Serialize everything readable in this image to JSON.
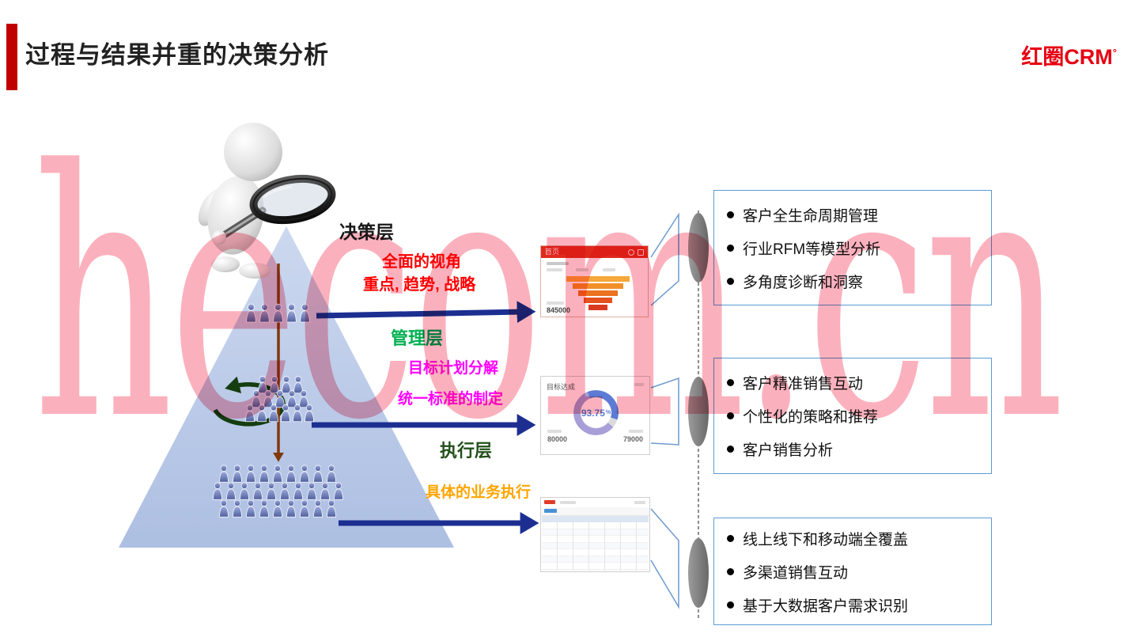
{
  "slide": {
    "title": "过程与结果并重的决策分析",
    "logo": {
      "text": "红圈CRM",
      "mark": "°"
    },
    "watermark": "hecom.cn"
  },
  "pyramid": {
    "levels": [
      {
        "name": "决策层",
        "notes": [
          "全面的视角",
          "重点, 趋势, 战略"
        ],
        "note_color": "#ff0000"
      },
      {
        "name": "管理层",
        "notes": [
          "目标计划分解",
          "统一标准的制定"
        ],
        "note_color": "#ff00ff"
      },
      {
        "name": "执行层",
        "notes": [
          "具体的业务执行"
        ],
        "note_color": "#ffa500"
      }
    ]
  },
  "screens": {
    "mobile_funnel": {
      "header": "首页",
      "amount": "845000"
    },
    "gauge": {
      "title": "目标达成",
      "value": "93.75",
      "unit": "%",
      "left_value": "80000",
      "right_value": "79000"
    }
  },
  "benefit_boxes": [
    {
      "items": [
        "客户全生命周期管理",
        "行业RFM等模型分析",
        "多角度诊断和洞察"
      ]
    },
    {
      "items": [
        "客户精准销售互动",
        "个性化的策略和推荐",
        "客户销售分析"
      ]
    },
    {
      "items": [
        "线上线下和移动端全覆盖",
        "多渠道销售互动",
        "基于大数据客户需求识别"
      ]
    }
  ],
  "colors": {
    "accent_red": "#c00000",
    "logo_red": "#e60012",
    "arrow_blue": "#1c2f91",
    "down_arrow_brown": "#80390b",
    "loop_arrow_green": "#143d10",
    "box_border_blue": "#5b9bd5",
    "pyramid_blue": "#b9c7e8",
    "watermark_pink": "#f8647c"
  }
}
